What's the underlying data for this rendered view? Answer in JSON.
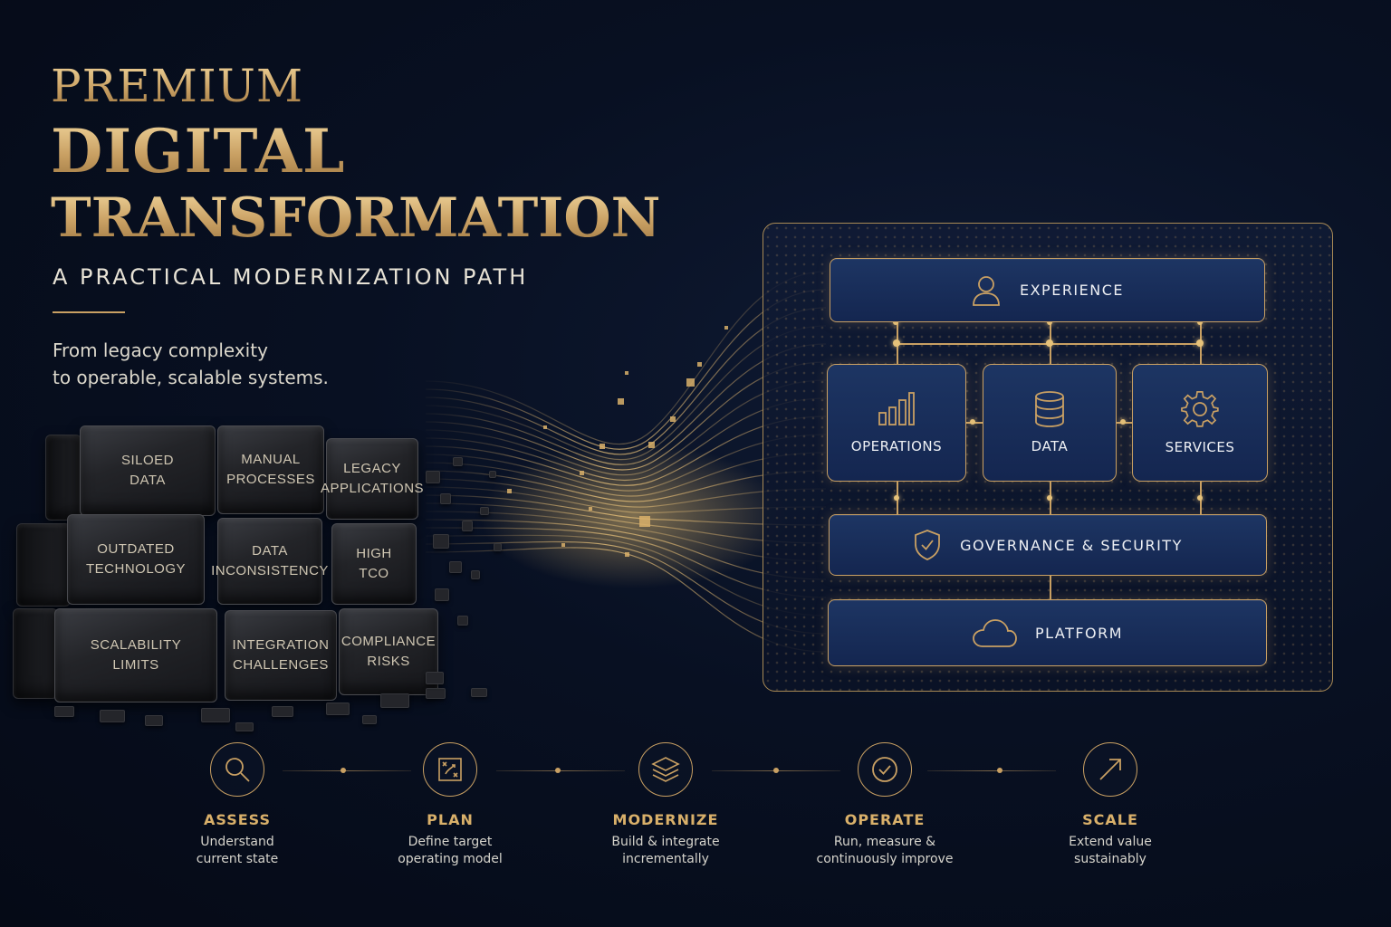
{
  "hero": {
    "title_line1": "PREMIUM",
    "title_line2": "DIGITAL",
    "title_line3": "TRANSFORMATION",
    "subtitle": "A PRACTICAL MODERNIZATION PATH",
    "lede": "From legacy complexity\nto operable, scalable systems."
  },
  "legacy_blocks": [
    {
      "label": "SILOED\nDATA"
    },
    {
      "label": "MANUAL\nPROCESSES"
    },
    {
      "label": "LEGACY\nAPPLICATIONS"
    },
    {
      "label": "OUTDATED\nTECHNOLOGY"
    },
    {
      "label": "DATA\nINCONSISTENCY"
    },
    {
      "label": "HIGH\nTCO"
    },
    {
      "label": "SCALABILITY\nLIMITS"
    },
    {
      "label": "INTEGRATION\nCHALLENGES"
    },
    {
      "label": "COMPLIANCE\nRISKS"
    }
  ],
  "architecture": {
    "experience": {
      "label": "EXPERIENCE",
      "icon": "user-icon"
    },
    "operations": {
      "label": "OPERATIONS",
      "icon": "bar-chart-icon"
    },
    "data": {
      "label": "DATA",
      "icon": "database-icon"
    },
    "services": {
      "label": "SERVICES",
      "icon": "gear-icon"
    },
    "governance": {
      "label": "GOVERNANCE & SECURITY",
      "icon": "shield-check-icon"
    },
    "platform": {
      "label": "PLATFORM",
      "icon": "cloud-icon"
    }
  },
  "steps": [
    {
      "name": "ASSESS",
      "desc": "Understand\ncurrent state",
      "icon": "magnifier-icon"
    },
    {
      "name": "PLAN",
      "desc": "Define target\noperating model",
      "icon": "plan-board-icon"
    },
    {
      "name": "MODERNIZE",
      "desc": "Build & integrate\nincrementally",
      "icon": "layers-icon"
    },
    {
      "name": "OPERATE",
      "desc": "Run, measure &\ncontinuously improve",
      "icon": "check-circle-icon"
    },
    {
      "name": "SCALE",
      "desc": "Extend value\nsustainably",
      "icon": "arrow-up-right-icon"
    }
  ],
  "colors": {
    "gold": "#c9a063",
    "navy": "#081022",
    "panel_blue": "#1d3563"
  }
}
